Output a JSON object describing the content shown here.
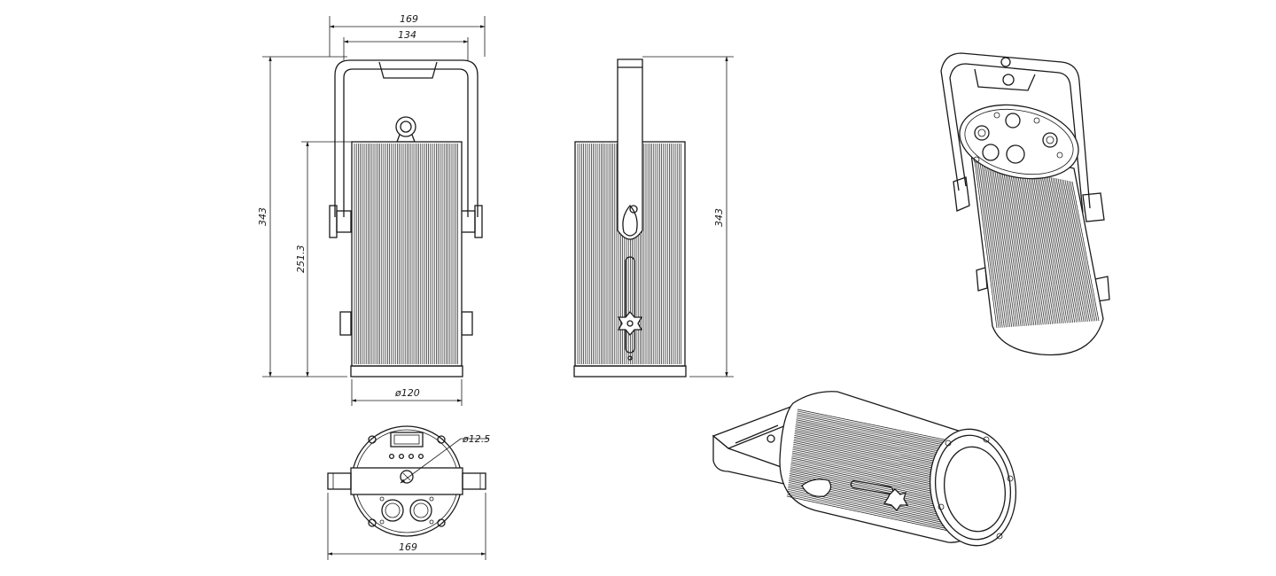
{
  "dimensions": {
    "front_width_outer": "169",
    "front_width_inner": "134",
    "front_height": "343",
    "front_body_height": "251.3",
    "body_diameter": "ø120",
    "side_height": "343",
    "bottom_width": "169",
    "connector_diameter": "ø12.5"
  },
  "colors": {
    "line": "#1a1a1a",
    "background": "#ffffff"
  }
}
